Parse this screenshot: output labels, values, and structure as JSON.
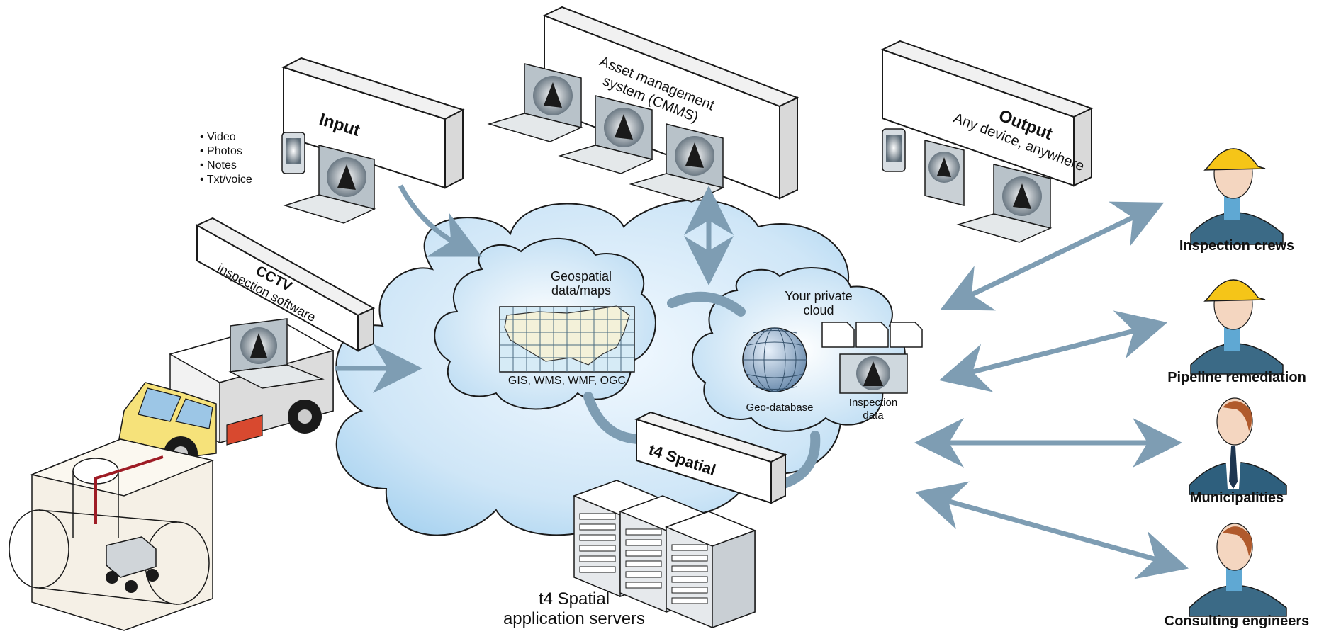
{
  "input": {
    "title": "Input",
    "bullets": [
      "Video",
      "Photos",
      "Notes",
      "Txt/voice"
    ]
  },
  "asset_management": {
    "line1": "Asset management",
    "line2": "system (CMMS)"
  },
  "output": {
    "title": "Output",
    "subtitle": "Any device, anywhere"
  },
  "cctv": {
    "title": "CCTV",
    "subtitle": "inspection software"
  },
  "geospatial": {
    "title_line1": "Geospatial",
    "title_line2": "data/maps",
    "formats": "GIS, WMS, WMF, OGC"
  },
  "private_cloud": {
    "title_line1": "Your private",
    "title_line2": "cloud",
    "geo_database": "Geo-database",
    "inspection_line1": "Inspection",
    "inspection_line2": "data"
  },
  "t4_spatial": "t4 Spatial",
  "servers": {
    "line1": "t4 Spatial",
    "line2": "application servers"
  },
  "roles": [
    "Inspection crews",
    "Pipeline remediation",
    "Municipalities",
    "Consulting engineers"
  ],
  "colors": {
    "cloud_light": "#ddeefa",
    "cloud_mid": "#b9dcf3",
    "cloud_stroke": "#1a1a1a",
    "arrow": "#7e9db3",
    "hardhat": "#f5c518",
    "jacket": "#3b6a86",
    "shirt": "#5fa8d3",
    "skin": "#f4d6c0",
    "truck_cab": "#f6e27a",
    "truck_bed": "#d8492f"
  }
}
